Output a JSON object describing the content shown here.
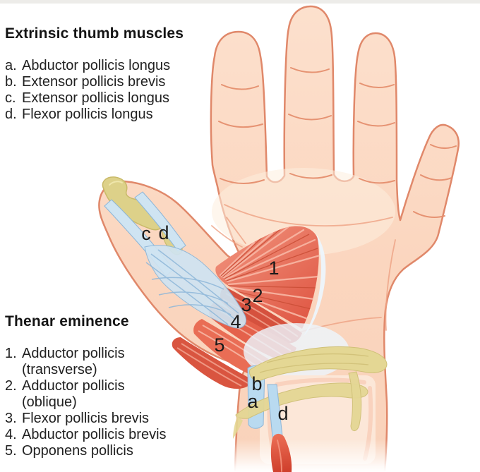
{
  "extrinsic": {
    "title": "Extrinsic thumb muscles",
    "items": [
      {
        "key": "a.",
        "name": "Abductor pollicis longus"
      },
      {
        "key": "b.",
        "name": "Extensor pollicis brevis"
      },
      {
        "key": "c.",
        "name": "Extensor pollicis longus"
      },
      {
        "key": "d.",
        "name": "Flexor pollicis longus"
      }
    ]
  },
  "thenar": {
    "title": "Thenar eminence",
    "items": [
      {
        "key": "1.",
        "name": "Adductor pollicis",
        "sub": "(transverse)"
      },
      {
        "key": "2.",
        "name": "Adductor pollicis",
        "sub": "(oblique)"
      },
      {
        "key": "3.",
        "name": "Flexor pollicis brevis",
        "sub": ""
      },
      {
        "key": "4.",
        "name": "Abductor pollicis brevis",
        "sub": ""
      },
      {
        "key": "5.",
        "name": "Opponens pollicis",
        "sub": ""
      }
    ]
  },
  "figure": {
    "labels": {
      "thumb_tendon_c": "c",
      "thumb_tendon_d": "d",
      "muscle_1": "1",
      "muscle_2": "2",
      "muscle_3": "3",
      "muscle_4": "4",
      "muscle_5": "5",
      "wrist_b": "b",
      "wrist_a": "a",
      "wrist_d": "d"
    },
    "colors": {
      "skin": "#fbd8c2",
      "muscle_red": "#e05a44",
      "tendon_blue": "#cfe4f2",
      "bone_yellow": "#ddd189",
      "outline_salmon": "#e0886a"
    }
  }
}
